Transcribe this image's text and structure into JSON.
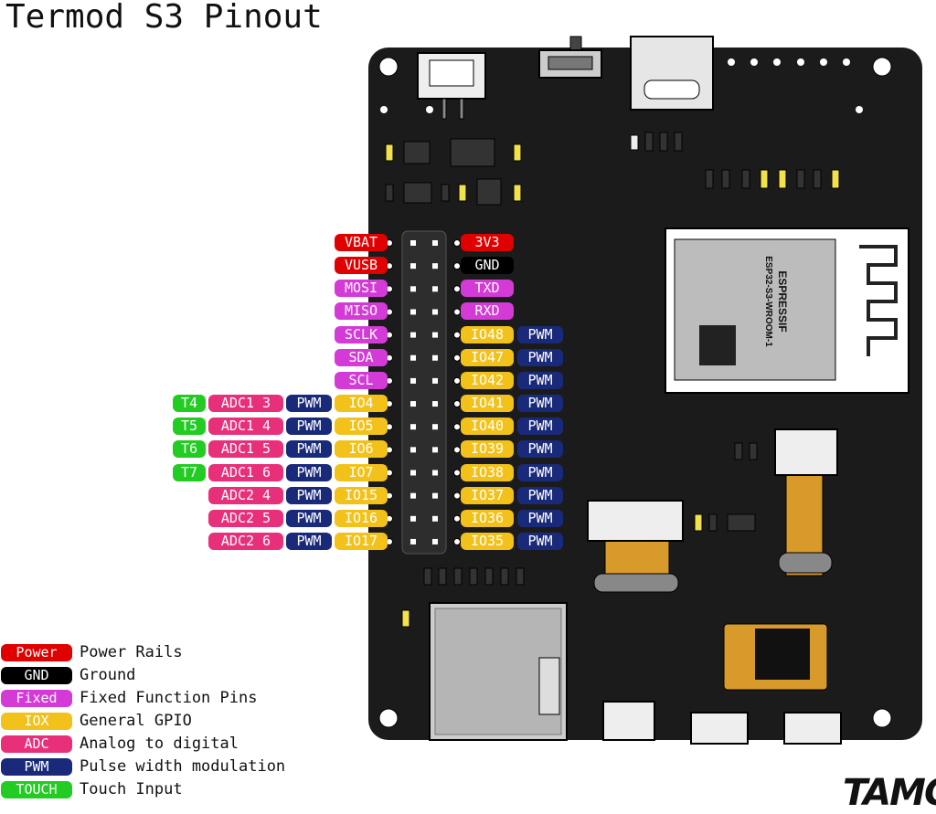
{
  "title": "Termod S3 Pinout",
  "colors": {
    "power": "#e00000",
    "gnd": "#000000",
    "fixed": "#d33ad6",
    "iox": "#f2c21b",
    "adc": "#e8307a",
    "pwm": "#1a2a7a",
    "touch": "#22cc22",
    "board": "#1b1b1b"
  },
  "left_pins": [
    {
      "labels": [
        {
          "text": "VBAT",
          "kind": "power"
        }
      ]
    },
    {
      "labels": [
        {
          "text": "VUSB",
          "kind": "power"
        }
      ]
    },
    {
      "labels": [
        {
          "text": "MOSI",
          "kind": "fixed"
        }
      ]
    },
    {
      "labels": [
        {
          "text": "MISO",
          "kind": "fixed"
        }
      ]
    },
    {
      "labels": [
        {
          "text": "SCLK",
          "kind": "fixed"
        }
      ]
    },
    {
      "labels": [
        {
          "text": "SDA",
          "kind": "fixed"
        }
      ]
    },
    {
      "labels": [
        {
          "text": "SCL",
          "kind": "fixed"
        }
      ]
    },
    {
      "labels": [
        {
          "text": "IO4",
          "kind": "iox"
        },
        {
          "text": "PWM",
          "kind": "pwm"
        },
        {
          "text": "ADC1 3",
          "kind": "adc"
        },
        {
          "text": "T4",
          "kind": "touch"
        }
      ]
    },
    {
      "labels": [
        {
          "text": "IO5",
          "kind": "iox"
        },
        {
          "text": "PWM",
          "kind": "pwm"
        },
        {
          "text": "ADC1 4",
          "kind": "adc"
        },
        {
          "text": "T5",
          "kind": "touch"
        }
      ]
    },
    {
      "labels": [
        {
          "text": "IO6",
          "kind": "iox"
        },
        {
          "text": "PWM",
          "kind": "pwm"
        },
        {
          "text": "ADC1 5",
          "kind": "adc"
        },
        {
          "text": "T6",
          "kind": "touch"
        }
      ]
    },
    {
      "labels": [
        {
          "text": "IO7",
          "kind": "iox"
        },
        {
          "text": "PWM",
          "kind": "pwm"
        },
        {
          "text": "ADC1 6",
          "kind": "adc"
        },
        {
          "text": "T7",
          "kind": "touch"
        }
      ]
    },
    {
      "labels": [
        {
          "text": "IO15",
          "kind": "iox"
        },
        {
          "text": "PWM",
          "kind": "pwm"
        },
        {
          "text": "ADC2 4",
          "kind": "adc"
        }
      ]
    },
    {
      "labels": [
        {
          "text": "IO16",
          "kind": "iox"
        },
        {
          "text": "PWM",
          "kind": "pwm"
        },
        {
          "text": "ADC2 5",
          "kind": "adc"
        }
      ]
    },
    {
      "labels": [
        {
          "text": "IO17",
          "kind": "iox"
        },
        {
          "text": "PWM",
          "kind": "pwm"
        },
        {
          "text": "ADC2 6",
          "kind": "adc"
        }
      ]
    }
  ],
  "right_pins": [
    {
      "labels": [
        {
          "text": "3V3",
          "kind": "power"
        }
      ]
    },
    {
      "labels": [
        {
          "text": "GND",
          "kind": "gnd"
        }
      ]
    },
    {
      "labels": [
        {
          "text": "TXD",
          "kind": "fixed"
        }
      ]
    },
    {
      "labels": [
        {
          "text": "RXD",
          "kind": "fixed"
        }
      ]
    },
    {
      "labels": [
        {
          "text": "IO48",
          "kind": "iox"
        },
        {
          "text": "PWM",
          "kind": "pwm"
        }
      ]
    },
    {
      "labels": [
        {
          "text": "IO47",
          "kind": "iox"
        },
        {
          "text": "PWM",
          "kind": "pwm"
        }
      ]
    },
    {
      "labels": [
        {
          "text": "IO42",
          "kind": "iox"
        },
        {
          "text": "PWM",
          "kind": "pwm"
        }
      ]
    },
    {
      "labels": [
        {
          "text": "IO41",
          "kind": "iox"
        },
        {
          "text": "PWM",
          "kind": "pwm"
        }
      ]
    },
    {
      "labels": [
        {
          "text": "IO40",
          "kind": "iox"
        },
        {
          "text": "PWM",
          "kind": "pwm"
        }
      ]
    },
    {
      "labels": [
        {
          "text": "IO39",
          "kind": "iox"
        },
        {
          "text": "PWM",
          "kind": "pwm"
        }
      ]
    },
    {
      "labels": [
        {
          "text": "IO38",
          "kind": "iox"
        },
        {
          "text": "PWM",
          "kind": "pwm"
        }
      ]
    },
    {
      "labels": [
        {
          "text": "IO37",
          "kind": "iox"
        },
        {
          "text": "PWM",
          "kind": "pwm"
        }
      ]
    },
    {
      "labels": [
        {
          "text": "IO36",
          "kind": "iox"
        },
        {
          "text": "PWM",
          "kind": "pwm"
        }
      ]
    },
    {
      "labels": [
        {
          "text": "IO35",
          "kind": "iox"
        },
        {
          "text": "PWM",
          "kind": "pwm"
        }
      ]
    }
  ],
  "legend": [
    {
      "key": "Power",
      "kind": "power",
      "desc": "Power Rails"
    },
    {
      "key": "GND",
      "kind": "gnd",
      "desc": "Ground"
    },
    {
      "key": "Fixed",
      "kind": "fixed",
      "desc": "Fixed Function Pins"
    },
    {
      "key": "IOX",
      "kind": "iox",
      "desc": "General GPIO"
    },
    {
      "key": "ADC",
      "kind": "adc",
      "desc": "Analog to digital"
    },
    {
      "key": "PWM",
      "kind": "pwm",
      "desc": "Pulse width modulation"
    },
    {
      "key": "TOUCH",
      "kind": "touch",
      "desc": "Touch Input"
    }
  ],
  "module": {
    "brand": "ESPRESSIF",
    "model": "ESP32-S3-WROOM-1"
  },
  "logo": "TAMC"
}
